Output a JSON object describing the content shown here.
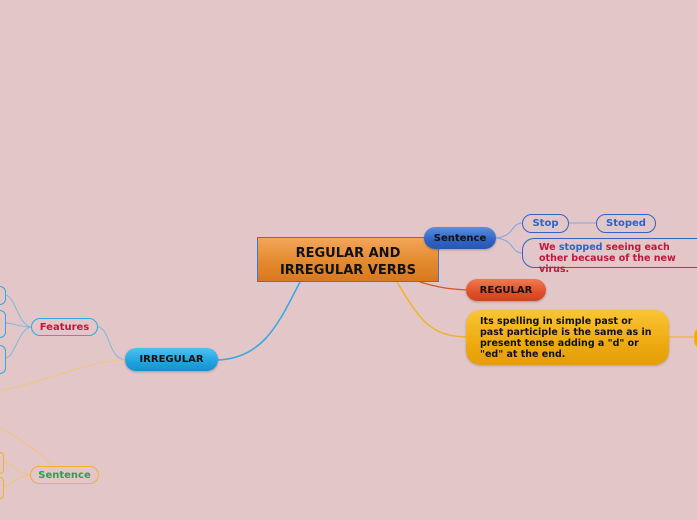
{
  "central_topic": {
    "line1": "REGULAR AND",
    "line2": "IRREGULAR VERBS"
  },
  "regular": {
    "label": "REGULAR",
    "definition": "Its spelling in simple past or past participle is the same as in present tense adding a \"d\" or \"ed\" at the end."
  },
  "sentence_branch": {
    "label": "Sentence",
    "word": "Stop",
    "past": "Stoped",
    "example_prefix": "We",
    "example_highlight": "stopped",
    "example_suffix": "seeing each other because of the new virus."
  },
  "irregular": {
    "label": "IRREGULAR",
    "features_label": "Features",
    "sentence_label": "Sentence"
  },
  "colors": {
    "background": "#e2c6c8",
    "central": "#e48a2e",
    "sentence_node": "#2f63c4",
    "regular_node": "#e0502a",
    "irregular_node": "#1fa3e0",
    "definition_box": "#eeaa10"
  }
}
